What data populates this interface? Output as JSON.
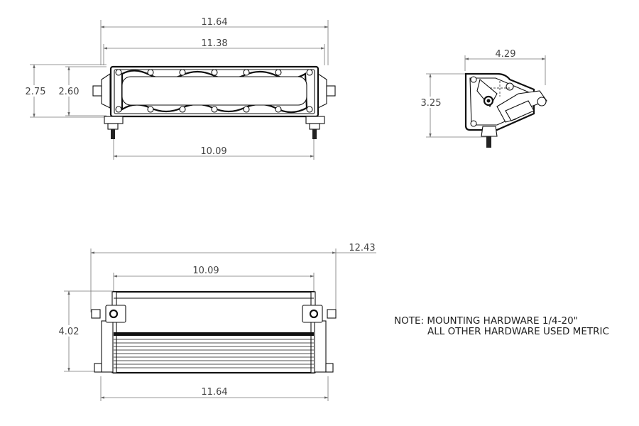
{
  "front_view": {
    "overall_width": "11.64",
    "lens_width": "11.38",
    "bracket_spacing": "10.09",
    "overall_height": "2.75",
    "lens_height": "2.60"
  },
  "side_view": {
    "depth": "4.29",
    "height": "3.25"
  },
  "top_view": {
    "overall_with_hardware": "12.43",
    "bracket_spacing": "10.09",
    "depth": "4.02",
    "overall_width": "11.64"
  },
  "note": {
    "line1": "NOTE: MOUNTING HARDWARE 1/4-20\"",
    "line2": "ALL OTHER HARDWARE USED METRIC"
  }
}
